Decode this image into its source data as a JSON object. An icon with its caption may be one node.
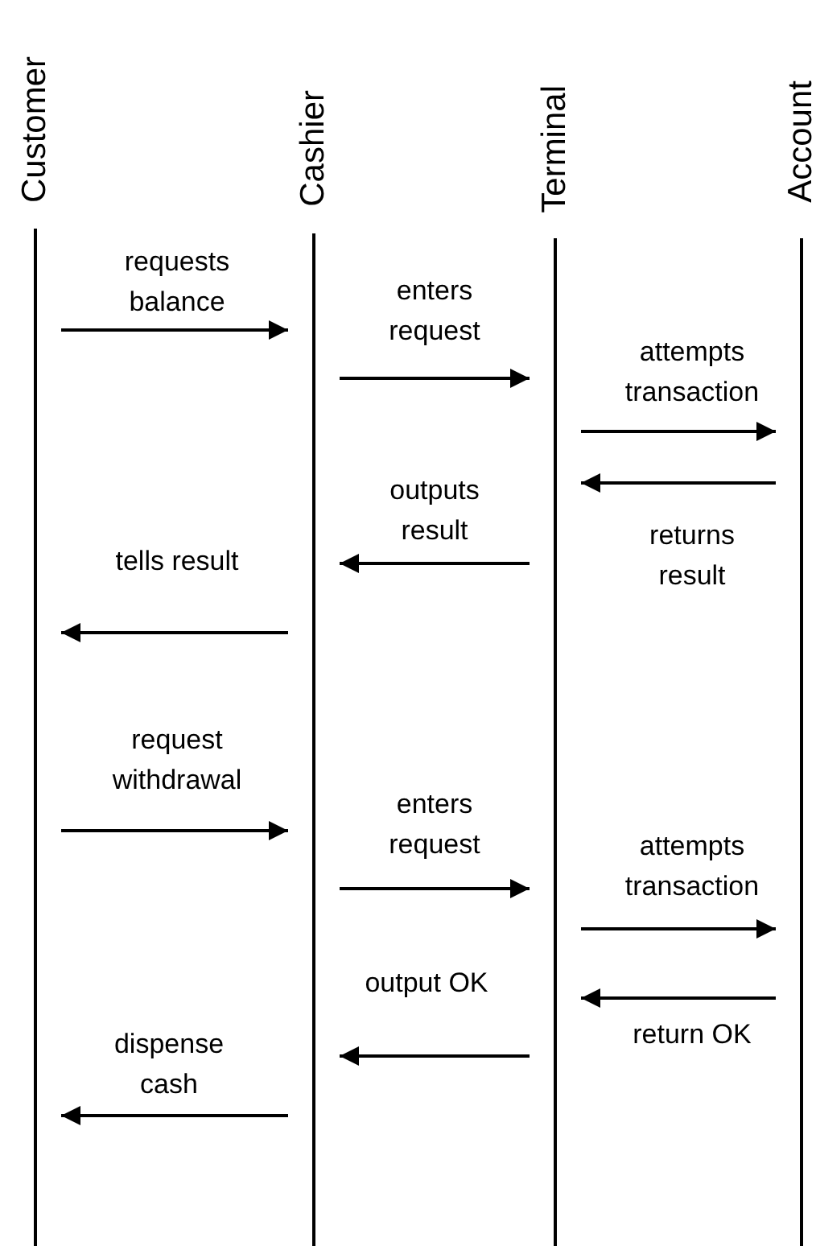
{
  "diagram": {
    "nodes": [
      {
        "text": [
          "Customer"
        ]
      },
      {
        "text": [
          "Cashier"
        ]
      },
      {
        "text": [
          "Terminal"
        ]
      },
      {
        "text": [
          "Account"
        ]
      }
    ],
    "edges": [
      {
        "from": 0,
        "to": 1,
        "arrow": "to",
        "label": "requests balance"
      },
      {
        "from": 1,
        "to": 2,
        "arrow": "to",
        "label": "enters request"
      },
      {
        "from": 2,
        "to": 3,
        "arrow": "to",
        "label": "attempts transaction"
      },
      {
        "from": 3,
        "to": 2,
        "arrow": "to",
        "label": "returns result"
      },
      {
        "from": 2,
        "to": 1,
        "arrow": "to",
        "label": "outputs result"
      },
      {
        "from": 1,
        "to": 0,
        "arrow": "to",
        "label": "tells result"
      },
      {
        "from": 0,
        "to": 1,
        "arrow": "to",
        "label": "request withdrawal"
      },
      {
        "from": 1,
        "to": 2,
        "arrow": "to",
        "label": "enters request"
      },
      {
        "from": 2,
        "to": 3,
        "arrow": "to",
        "label": "attempts transaction"
      },
      {
        "from": 3,
        "to": 2,
        "arrow": "to",
        "label": "return OK"
      },
      {
        "from": 2,
        "to": 1,
        "arrow": "to",
        "label": "output OK"
      },
      {
        "from": 1,
        "to": 0,
        "arrow": "to",
        "label": "dispense cash"
      }
    ]
  }
}
